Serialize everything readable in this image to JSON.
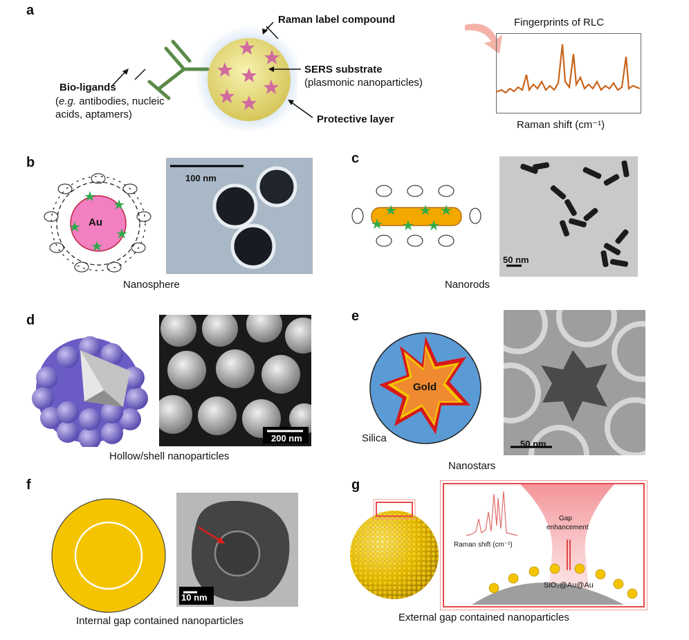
{
  "panels": {
    "a": {
      "label": "a",
      "raman_label_compound": "Raman label compound",
      "sers_substrate": "SERS substrate",
      "sers_substrate_sub": "(plasmonic nanoparticles)",
      "protective_layer": "Protective layer",
      "bio_ligands": "Bio-ligands",
      "bio_ligands_eg": "e.g.",
      "bio_ligands_line1": " antibodies, nucleic",
      "bio_ligands_line2": "acids, aptamers)",
      "fingerprints": "Fingerprints of RLC",
      "raman_shift": "Raman shift (cm⁻¹)"
    },
    "b": {
      "label": "b",
      "core": "Au",
      "scale": "100 nm",
      "caption": "Nanosphere"
    },
    "c": {
      "label": "c",
      "scale": "50 nm",
      "caption": "Nanorods"
    },
    "d": {
      "label": "d",
      "scale": "200 nm",
      "caption": "Hollow/shell nanoparticles"
    },
    "e": {
      "label": "e",
      "core": "Gold",
      "shell": "Silica",
      "scale": "50 nm",
      "caption": "Nanostars"
    },
    "f": {
      "label": "f",
      "scale": "10 nm",
      "caption": "Internal gap contained nanoparticles"
    },
    "g": {
      "label": "g",
      "raman_shift": "Raman shift (cm⁻¹)",
      "gap_line1": "Gap",
      "gap_line2": "enhancement",
      "material": "SiO₂@Au@Au",
      "caption": "External gap contained nanoparticles"
    }
  },
  "colors": {
    "gold": "#f5c400",
    "pink_core": "#f27fbf",
    "green_star": "#2eaa4a",
    "rod_orange": "#f5a800",
    "silica_blue": "#5b9bd5",
    "star_red": "#d7191c",
    "star_orange": "#f08a30",
    "spectrum_orange": "#c8631a"
  }
}
